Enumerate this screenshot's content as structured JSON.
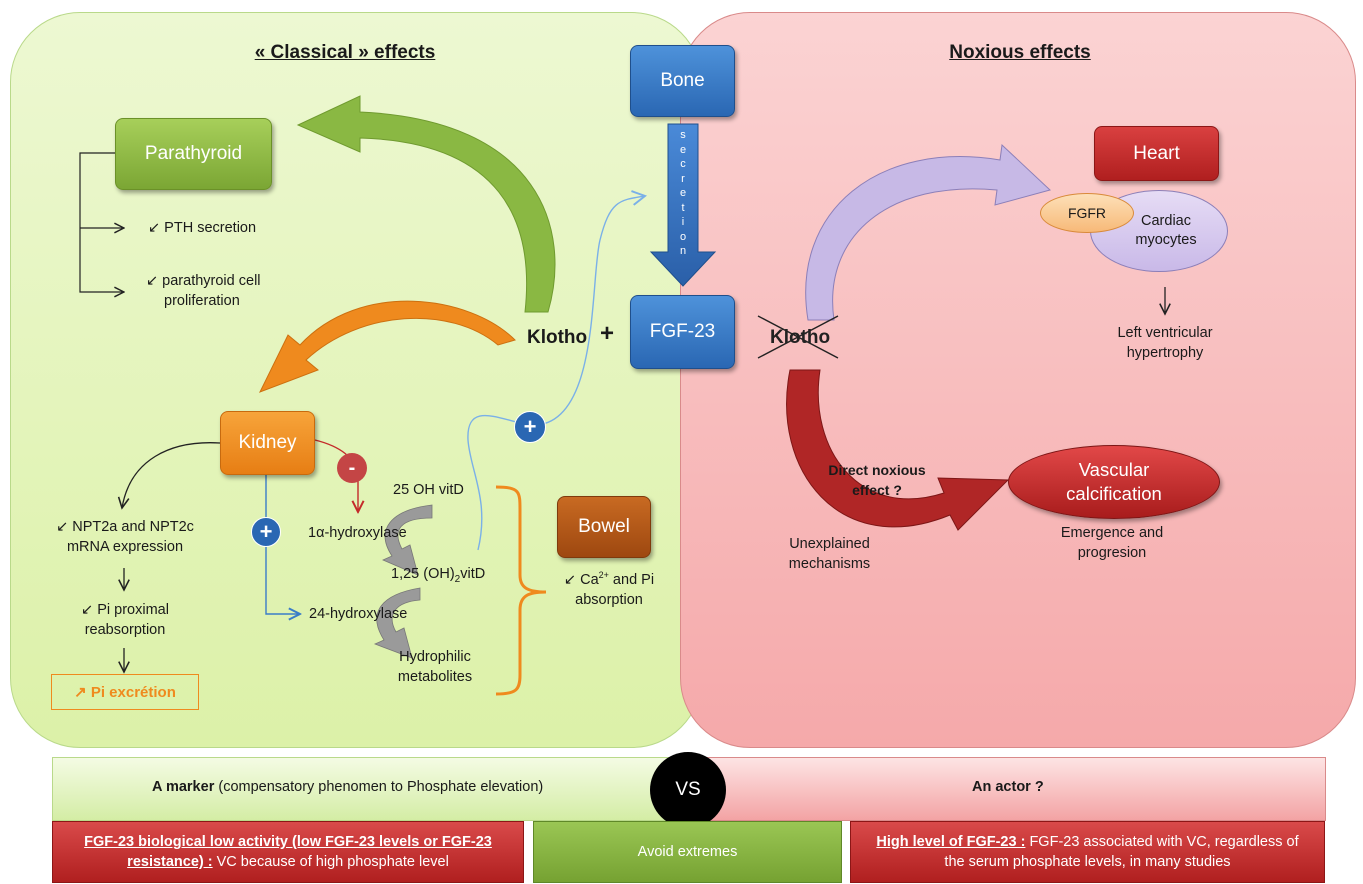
{
  "titles": {
    "classical": "« Classical » effects",
    "noxious": "Noxious effects"
  },
  "nodes": {
    "bone": "Bone",
    "secretion_letters": [
      "s",
      "e",
      "c",
      "r",
      "e",
      "t",
      "i",
      "o",
      "n"
    ],
    "fgf23": "FGF-23",
    "klotho": "Klotho",
    "plus": "+",
    "klotho_crossed": "Klotho",
    "parathyroid": "Parathyroid",
    "kidney": "Kidney",
    "bowel": "Bowel",
    "heart": "Heart",
    "fgfr": "FGFR",
    "cardiac": "Cardiac myocytes",
    "vascular": "Vascular calcification"
  },
  "parathyroid_effects": {
    "pth": "↙ PTH secretion",
    "prolif_1": "↙ parathyroid cell",
    "prolif_2": "proliferation"
  },
  "kidney_effects": {
    "npt_1": "↙ NPT2a and NPT2c",
    "npt_2": "mRNA expression",
    "pi_1": "↙ Pi proximal",
    "pi_2": "reabsorption",
    "excretion": "↗ Pi excrétion"
  },
  "vitd": {
    "oh_vitd": "25 OH vitD",
    "alpha_hydroxylase": "1α-hydroxylase",
    "oh2_vitd_pre": "1,25 (OH)",
    "oh2_vitd_sub": "2",
    "oh2_vitd_post": "vitD",
    "hydroxylase_24": "24-hydroxylase",
    "hydrophilic_1": "Hydrophilic",
    "hydrophilic_2": "metabolites",
    "minus": "-",
    "plus": "+"
  },
  "bowel_effect": {
    "line1_pre": "↙ Ca",
    "line1_sup": "2+",
    "line1_post": " and Pi",
    "line2": "absorption"
  },
  "heart_effect": {
    "line1": "Left ventricular",
    "line2": "hypertrophy"
  },
  "direct": {
    "line1": "Direct noxious",
    "line2": "effect ?"
  },
  "unexplained": {
    "line1": "Unexplained",
    "line2": "mechanisms"
  },
  "emergence": {
    "line1": "Emergence and",
    "line2": "progresion"
  },
  "bottom": {
    "marker_bold": "A marker",
    "marker_rest": " (compensatory phenomen to Phosphate elevation)",
    "vs": "VS",
    "actor": "An actor ?",
    "low_title": "FGF-23 biological low activity (low FGF-23 levels or FGF-23 resistance) :",
    "low_rest": " VC because of high phosphate level",
    "avoid": "Avoid extremes",
    "high_title": "High level of FGF-23 :",
    "high_rest": " FGF-23 associated with VC, regardless of the serum phosphate levels, in many studies"
  },
  "colors": {
    "green": "#8ab843",
    "orange": "#ef8a1e",
    "blue": "#3a7cc8",
    "red": "#c42a2a",
    "brown": "#a9531a",
    "lavender": "#c7b9e6"
  }
}
